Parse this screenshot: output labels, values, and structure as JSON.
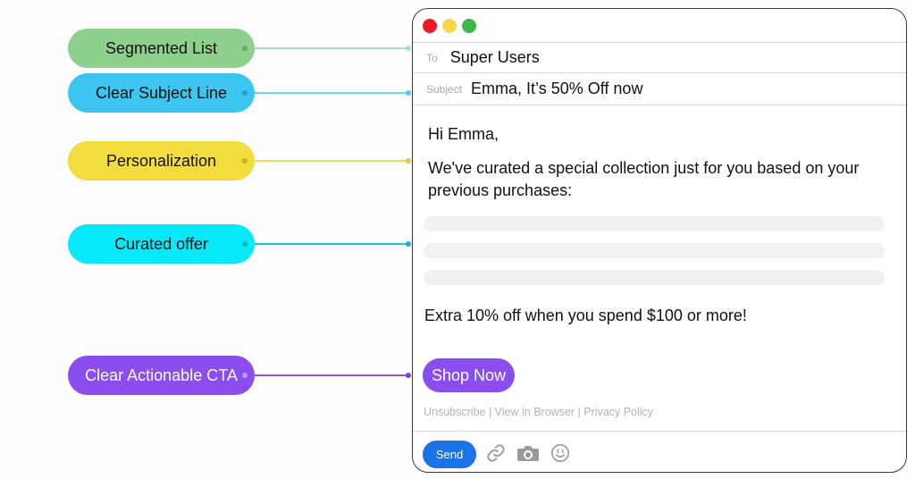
{
  "annotations": {
    "segmented_list": "Segmented List",
    "clear_subject_line": "Clear Subject Line",
    "personalization": "Personalization",
    "curated_offer": "Curated offer",
    "clear_actionable_cta": "Clear Actionable CTA"
  },
  "colors": {
    "segmented_list": "#8fcf8c",
    "clear_subject_line": "#3cc5ef",
    "personalization": "#f3dc3d",
    "curated_offer": "#07e8f8",
    "clear_actionable_cta": "#8b4dee",
    "send_button": "#1a73e8"
  },
  "email": {
    "to_label": "To",
    "to_value": "Super Users",
    "subject_label": "Subject",
    "subject_value": "Emma, It’s 50% Off now",
    "greeting": "Hi Emma,",
    "intro": "We've curated a special collection just for you based on your previous purchases:",
    "offer": "Extra 10% off when you spend $100 or more!",
    "cta_label": "Shop Now",
    "footer": "Unsubscribe | View in Browser | Privacy Policy"
  },
  "toolbar": {
    "send_label": "Send",
    "icons": [
      "link-icon",
      "camera-icon",
      "smile-icon"
    ]
  }
}
